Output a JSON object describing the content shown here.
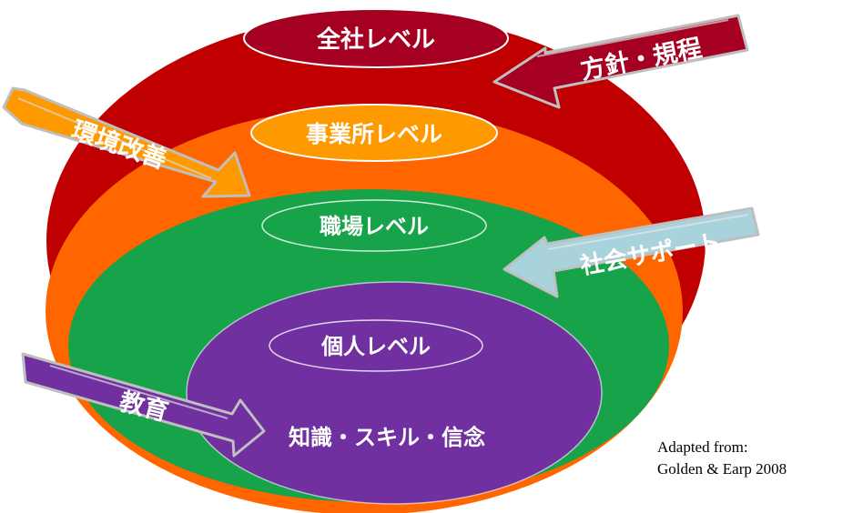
{
  "levels": [
    {
      "id": "company",
      "label": "全社レベル",
      "color": "#c00000"
    },
    {
      "id": "worksite",
      "label": "事業所レベル",
      "color": "#ff6600"
    },
    {
      "id": "workplace",
      "label": "職場レベル",
      "color": "#16a34a"
    },
    {
      "id": "individual",
      "label": "個人レベル",
      "color": "#7030a0"
    }
  ],
  "inner_text": "知識・スキル・信念",
  "arrows": [
    {
      "id": "policy",
      "label": "方針・規程",
      "color": "#a50021"
    },
    {
      "id": "environment",
      "label": "環境改善",
      "color": "#ff9900"
    },
    {
      "id": "social",
      "label": "社会サポート",
      "color": "#a9d3dc"
    },
    {
      "id": "education",
      "label": "教育",
      "color": "#7030a0"
    }
  ],
  "credit": {
    "line1": "Adapted from:",
    "line2": "Golden & Earp 2008"
  }
}
